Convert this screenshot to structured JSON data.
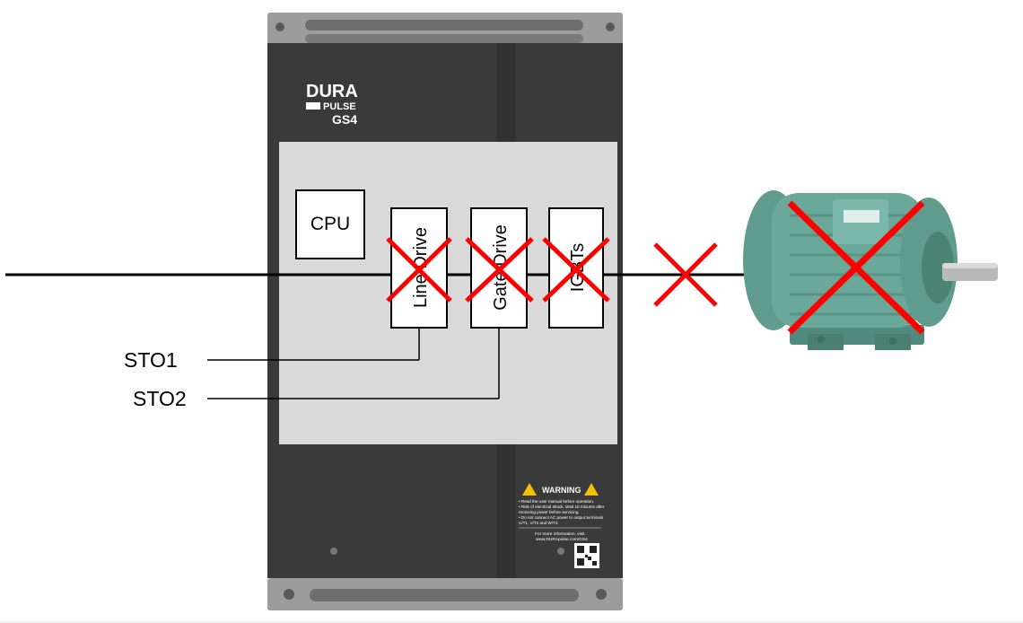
{
  "drive": {
    "brand_line1": "DURA",
    "brand_line2": "PULSE",
    "brand_model": "GS4",
    "warning_title": "WARNING",
    "warning_lines": [
      "• Read the user manual before operation.",
      "• Risk of electrical shock. Wait 10 minutes after",
      "  removing power before servicing.",
      "• Do not connect AC power to output terminals",
      "  U/T1, V/T2 and W/T3."
    ],
    "info_line1": "For more information, visit",
    "info_line2": "www.DURApulse.com/GS4",
    "body_color": "#3a3a3a",
    "panel_color": "#d9d9d9"
  },
  "diagram": {
    "cpu_label": "CPU",
    "blocks": [
      {
        "label": "Line Drive"
      },
      {
        "label": "Gate Drive"
      },
      {
        "label": "IGBTs"
      }
    ],
    "sto_labels": [
      "STO1",
      "STO2"
    ],
    "cross_color": "#ff0000"
  },
  "motor": {
    "color": "#6aa99a"
  }
}
